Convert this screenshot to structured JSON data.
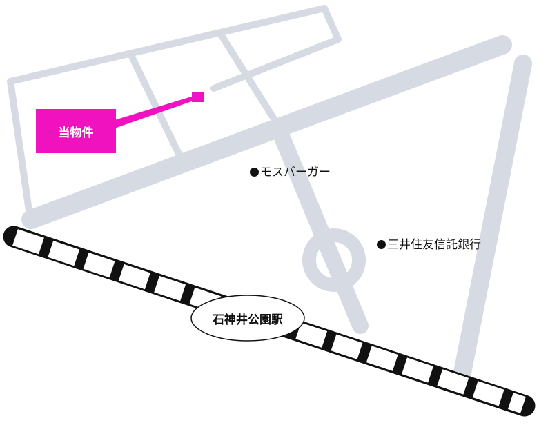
{
  "property": {
    "label": "当物件",
    "color": "#f012be"
  },
  "station": {
    "name": "石神井公園駅"
  },
  "landmarks": [
    {
      "name": "モスバーガー"
    },
    {
      "name": "三井住友信託銀行"
    }
  ],
  "colors": {
    "road": "#d5dae3",
    "rail_dark": "#111111",
    "rail_light": "#ffffff"
  }
}
